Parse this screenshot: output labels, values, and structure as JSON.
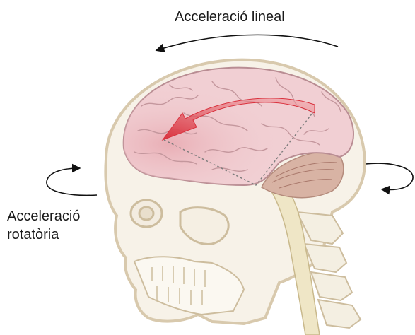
{
  "labels": {
    "linear_acceleration": "Acceleració lineal",
    "rotational_acceleration_line1": "Acceleració",
    "rotational_acceleration_line2": "rotatòria"
  },
  "colors": {
    "outline": "#d8c9ad",
    "skull_fill": "#f7f2e8",
    "brain_fill": "#f1cfd3",
    "brain_fold": "#b98d93",
    "cerebellum": "#d8b3a4",
    "spinal_cord": "#efe6c6",
    "arrow_red": "#e2434d",
    "dashed": "#7b7b7b",
    "text": "#1a1a1a",
    "curve": "#111111"
  },
  "icons": {
    "linear_arrow": "curved-arrow-left-icon",
    "rotation_left": "rotation-arrow-icon",
    "rotation_right": "rotation-arrow-icon",
    "motion_arrow": "red-motion-arrow-icon"
  }
}
